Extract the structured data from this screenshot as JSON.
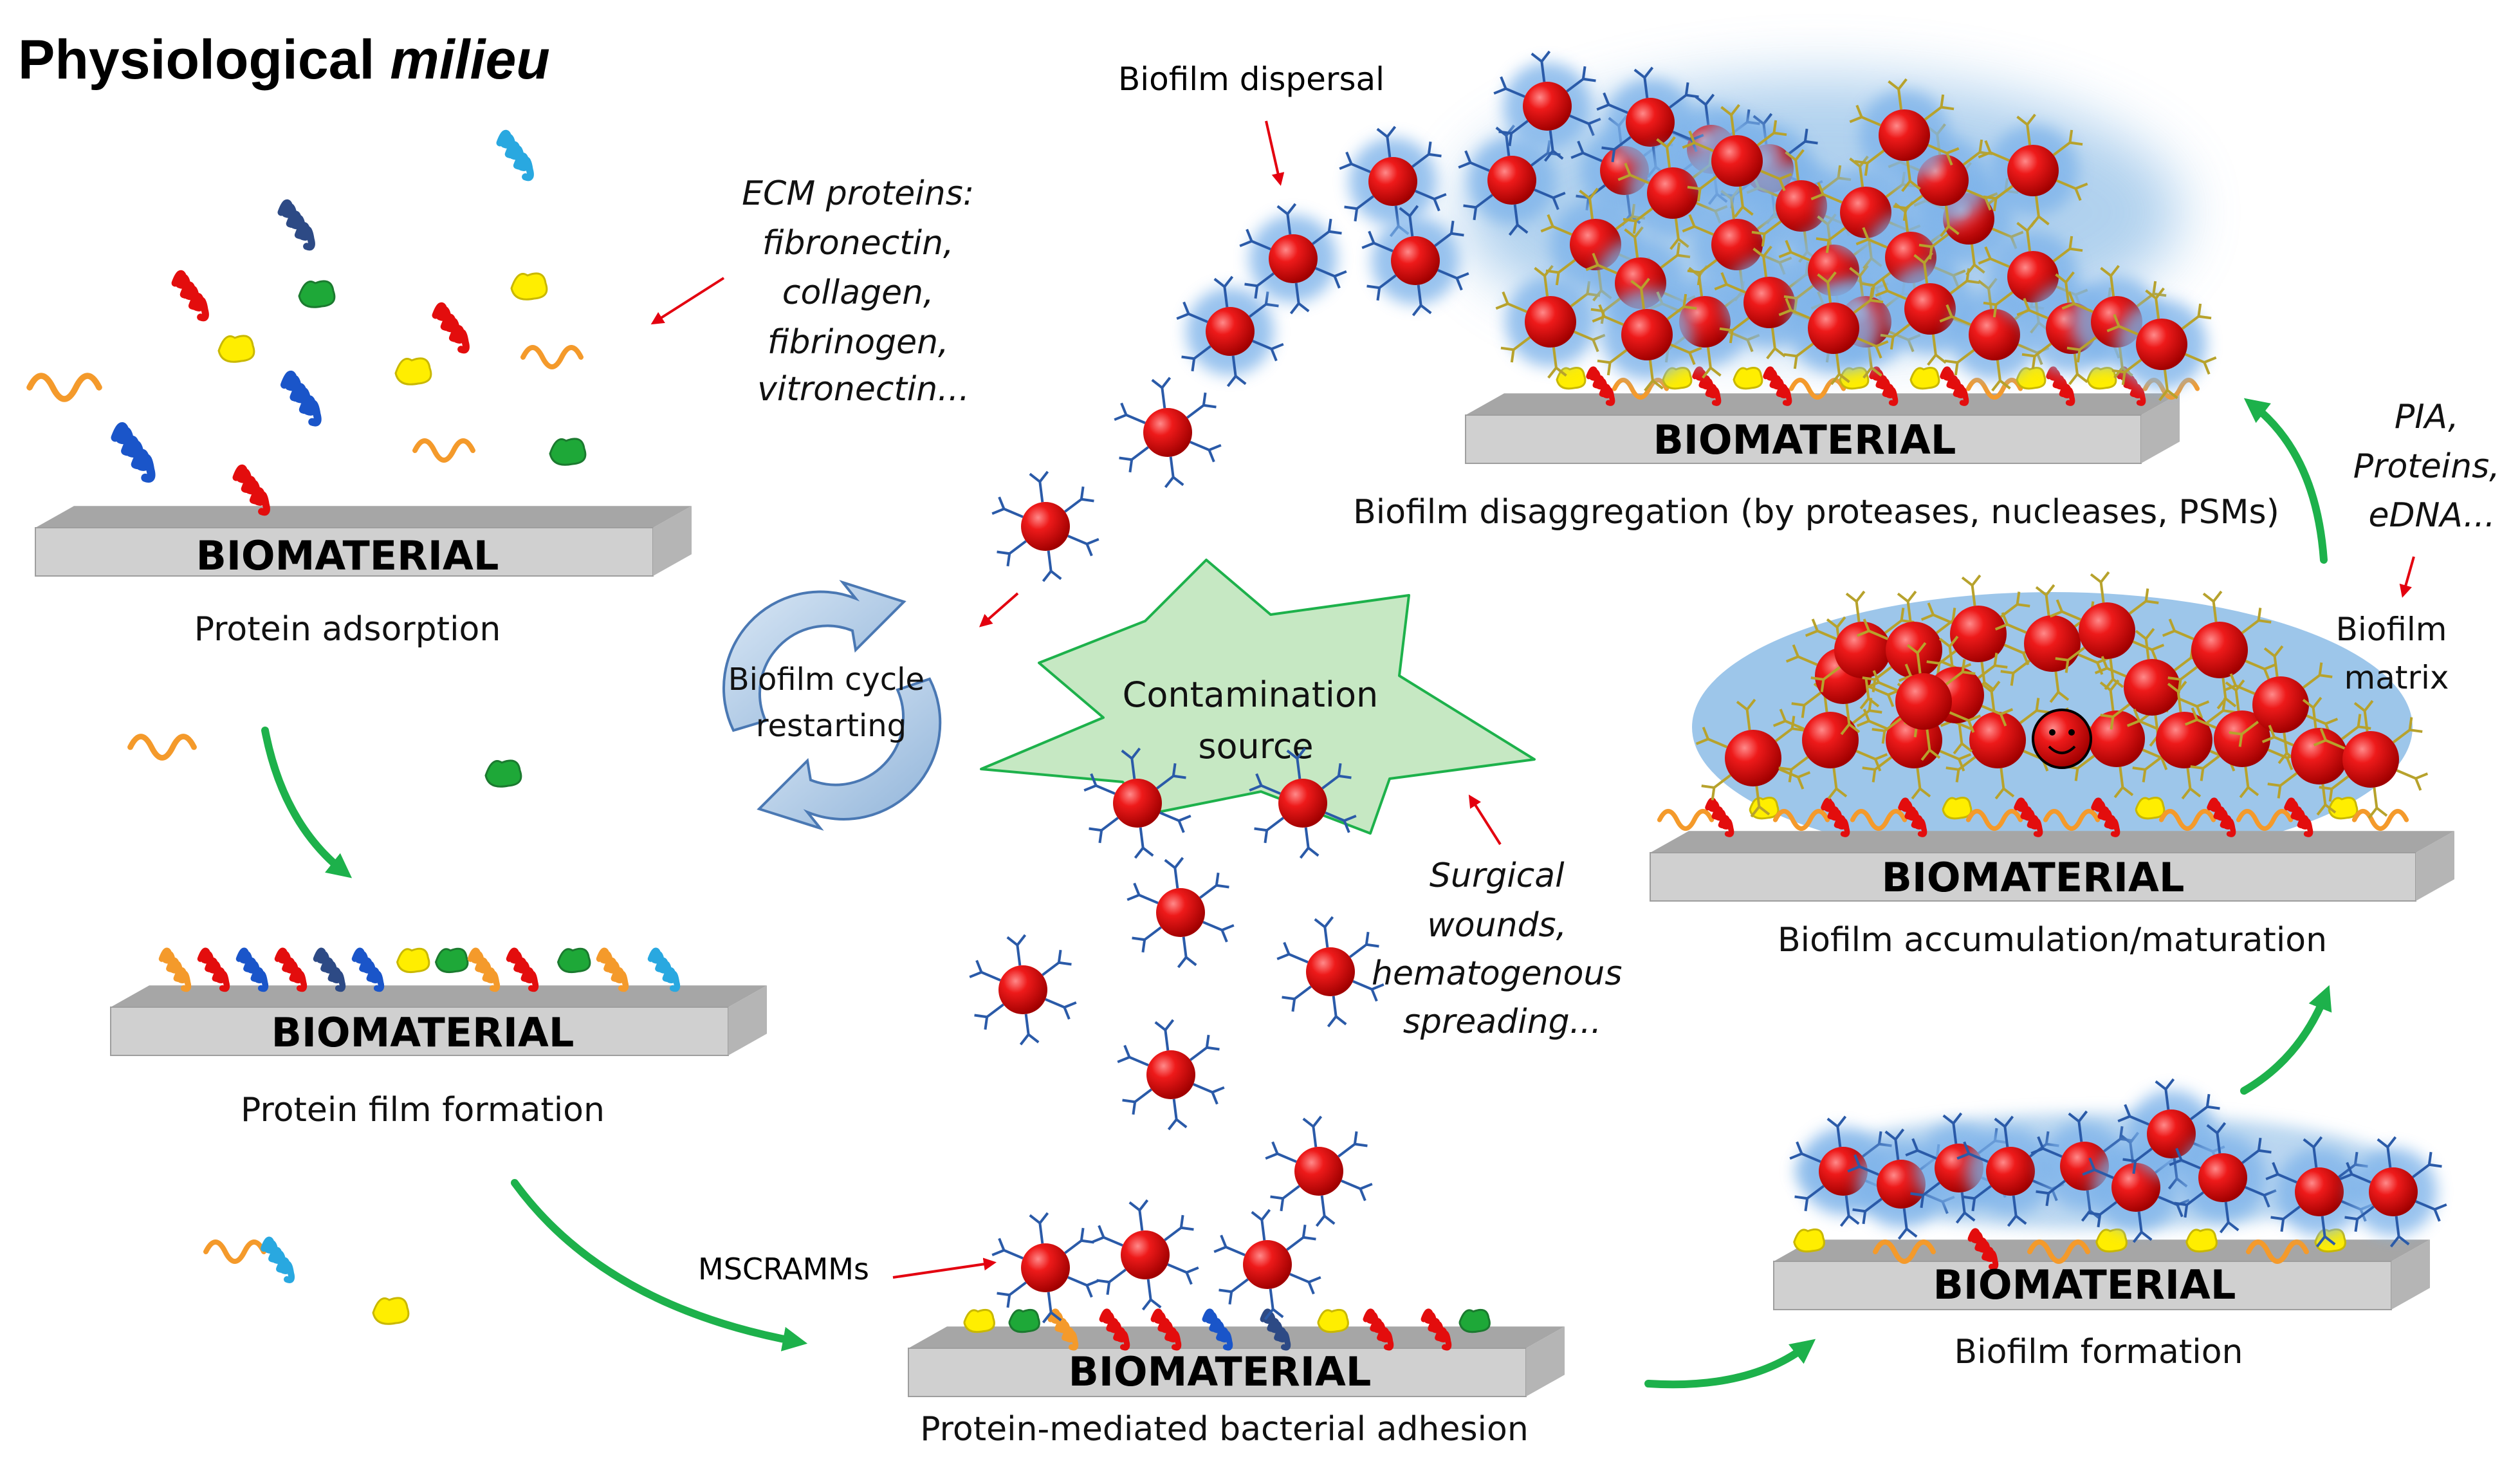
{
  "title": {
    "main": "Physiological",
    "italic": "milieu"
  },
  "slabs": {
    "s1": "BIOMATERIAL",
    "s2": "BIOMATERIAL",
    "s3": "BIOMATERIAL",
    "s4": "BIOMATERIAL",
    "s5": "BIOMATERIAL",
    "s6": "BIOMATERIAL"
  },
  "captions": {
    "protein_adsorption": "Protein adsorption",
    "protein_film": "Protein film formation",
    "adhesion": "Protein-mediated bacterial adhesion",
    "biofilm_formation": "Biofilm formation",
    "accumulation": "Biofilm accumulation/maturation",
    "disaggregation": "Biofilm disaggregation (by proteases, nucleases, PSMs)"
  },
  "notes": {
    "ecm": [
      "ECM proteins:",
      "fibronectin,",
      "collagen,",
      "fibrinogen,",
      "vitronectin..."
    ],
    "surgical": [
      "Surgical",
      "wounds,",
      "hematogenous",
      "spreading..."
    ],
    "pia": [
      "PIA,",
      "Proteins,",
      "eDNA..."
    ],
    "matrix": [
      "Biofilm",
      "matrix"
    ],
    "dispersal": "Biofilm dispersal",
    "mscramms": "MSCRAMMs"
  },
  "cycle": [
    "Biofilm cycle",
    "restarting"
  ],
  "contamination": [
    "Contamination",
    "source"
  ],
  "colors": {
    "bacteria": "#e3000f",
    "matrix": "#9dc6ea",
    "slab_top": "#a6a6a6",
    "slab_front": "#d0d0d0",
    "star": "#c6e8c3",
    "arrow_green": "#1db14b",
    "arrow_red": "#e3000f"
  },
  "icons": [
    "bacterium-icon",
    "adhesin-icon",
    "protein-icon",
    "smiley-icon",
    "cycle-icon"
  ]
}
